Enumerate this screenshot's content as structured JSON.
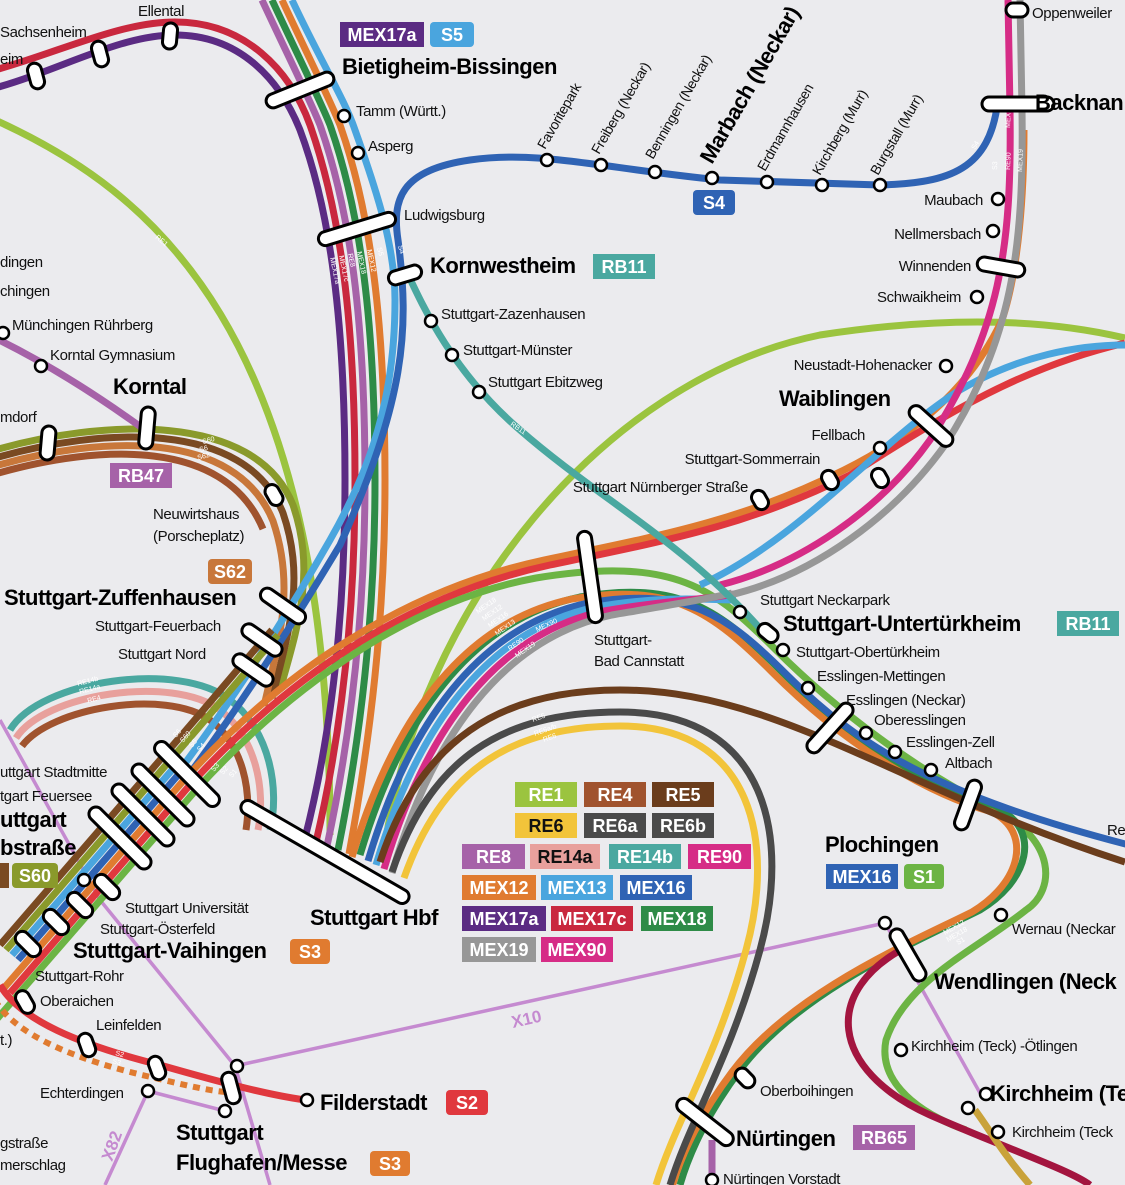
{
  "line_colors": {
    "RE1": "#9bc43f",
    "RE4": "#a0532e",
    "RE5": "#6b3d1c",
    "RE6": "#f2c43a",
    "RE6a": "#4a4a4a",
    "RE6b": "#4a4a4a",
    "RE8": "#a662a8",
    "RE14a": "#e8a09c",
    "RE14b": "#4aa8a0",
    "RE90": "#d62c86",
    "MEX12": "#e07b30",
    "MEX13": "#4aa5de",
    "MEX16": "#2f63b4",
    "MEX17a": "#5b2b83",
    "MEX17c": "#c9283e",
    "MEX18": "#2e8b47",
    "MEX19": "#979797",
    "MEX90": "#d62c86",
    "S1": "#6cb444",
    "S2": "#e0383e",
    "S3": "#e07b30",
    "S4": "#2f63b4",
    "S5": "#4aa5de",
    "S6": "#7a4a22",
    "S60": "#8a9a2b",
    "S62": "#c8773a",
    "RB11": "#4aa8a0",
    "RB47": "#a662a8",
    "RB65": "#a662a8",
    "RB_kirchheim": "#a3153f",
    "Bus": "#c58ad0",
    "Teck": "#c9a23a"
  },
  "stations": {
    "ellental": "Ellental",
    "sachsenheim": "Sachsenheim",
    "eim": "eim",
    "tamm": "Tamm (Württ.)",
    "asperg": "Asperg",
    "ludwigsburg": "Ludwigsburg",
    "dingen": "dingen",
    "chingen": "chingen",
    "muenchingen_ruehrberg": "Münchingen Rührberg",
    "korntal_gymnasium": "Korntal Gymnasium",
    "mdorf": "mdorf",
    "zazenhausen": "Stuttgart-Zazenhausen",
    "muenster": "Stuttgart-Münster",
    "ebitzweg": "Stuttgart Ebitzweg",
    "favoritepark": "Favoritepark",
    "freiberg": "Freiberg (Neckar)",
    "benningen": "Benningen (Neckar)",
    "erdmannhausen": "Erdmannhausen",
    "kirchberg": "Kirchberg (Murr)",
    "burgstall": "Burgstall (Murr)",
    "oppenweiler": "Oppenweiler",
    "maubach": "Maubach",
    "nellmersbach": "Nellmersbach",
    "winnenden": "Winnenden",
    "schwaikheim": "Schwaikheim",
    "neustadt": "Neustadt-Hohenacker",
    "fellbach": "Fellbach",
    "sommerrain": "Stuttgart-Sommerrain",
    "nuernberger": "Stuttgart Nürnberger Straße",
    "neuwirtshaus_1": "Neuwirtshaus",
    "neuwirtshaus_2": "(Porscheplatz)",
    "feuerbach": "Stuttgart-Feuerbach",
    "nord": "Stuttgart Nord",
    "neckarpark": "Stuttgart Neckarpark",
    "cannstatt_1": "Stuttgart-",
    "cannstatt_2": "Bad Cannstatt",
    "obertuerkheim": "Stuttgart-Obertürkheim",
    "mettingen": "Esslingen-Mettingen",
    "esslingen": "Esslingen (Neckar)",
    "oberesslingen": "Oberesslingen",
    "zell": "Esslingen-Zell",
    "altbach": "Altbach",
    "re_cut": "Re",
    "stadtmitte": "uttgart Stadtmitte",
    "feuersee": "tgart Feuersee",
    "universitaet": "Stuttgart Universität",
    "oesterfeld": "Stuttgart-Österfeld",
    "rohr": "Stuttgart-Rohr",
    "oberaichen": "Oberaichen",
    "leinfelden": "Leinfelden",
    "t_cut": "t.)",
    "echterdingen": "Echterdingen",
    "gstrasse": "gstraße",
    "merschlag": "merschlag",
    "wernau": "Wernau (Neckar",
    "oetlingen": "Kirchheim (Teck) -Ötlingen",
    "kirchheim_2": "Kirchheim (Teck",
    "oberboihingen": "Oberboihingen",
    "nuertingen_vorstadt": "Nürtingen Vorstadt"
  },
  "major_stations": {
    "bietigheim": "Bietigheim-Bissingen",
    "backnang": "Backnan",
    "kornwestheim": "Kornwestheim",
    "korntal": "Korntal",
    "marbach": "Marbach (Neckar)",
    "waiblingen": "Waiblingen",
    "zuffenhausen": "Stuttgart-Zuffenhausen",
    "untertuerkheim": "Stuttgart-Untertürkheim",
    "plochingen": "Plochingen",
    "schwab_1": "uttgart",
    "schwab_2": "bstraße",
    "hbf": "Stuttgart Hbf",
    "vaihingen": "Stuttgart-Vaihingen",
    "wendlingen": "Wendlingen (Neck",
    "kirchheim": "Kirchheim (Te",
    "filderstadt": "Filderstadt",
    "flughafen_1": "Stuttgart",
    "flughafen_2": "Flughafen/Messe",
    "nuertingen": "Nürtingen"
  },
  "bus_lines": {
    "x10": "X10",
    "x82": "X82"
  },
  "route_labels": {
    "l1": "MEX17a",
    "l2": "MEX17c",
    "l3": "RE8",
    "l4": "MEX18",
    "l5": "MEX12",
    "l6": "S5",
    "l7": "S4",
    "b1": "S3",
    "b2": "RE90",
    "b3": "MEX90",
    "b4": "MEX19",
    "b5": "S4",
    "w1": "MEX12",
    "w2": "MEX18",
    "w3": "S1",
    "re1": "RE1",
    "rb11": "RB11",
    "k1": "S60",
    "k2": "S6",
    "k3": "S62",
    "t1": "S6",
    "t2": "S60",
    "t3": "S5",
    "t4": "S4",
    "t5": "S3",
    "t6": "S2",
    "t7": "S1",
    "c1": "MEX18",
    "c2": "MEX12",
    "c3": "MEX16",
    "c4": "MEX13",
    "c5": "MEX90",
    "c6": "RE90",
    "c7": "MEX19",
    "h1": "RE5",
    "h2": "RE6a/b",
    "h3": "RE6",
    "r1": "RE14b",
    "r2": "RE14a",
    "r3": "RE4",
    "f1": "S2",
    "f2": "S3"
  },
  "badges": [
    {
      "label": "MEX17a",
      "line": "MEX17a"
    },
    {
      "label": "S5",
      "line": "S5"
    },
    {
      "label": "S4",
      "line": "S4"
    },
    {
      "label": "RB11",
      "line": "RB11"
    },
    {
      "label": "RB11",
      "line": "RB11"
    },
    {
      "label": "RB47",
      "line": "RB47"
    },
    {
      "label": "S62",
      "line": "S62"
    },
    {
      "label": "S60",
      "line": "S60"
    },
    {
      "label": "S3",
      "line": "S3"
    },
    {
      "label": "S2",
      "line": "S2"
    },
    {
      "label": "S3",
      "line": "S3"
    },
    {
      "label": "MEX16",
      "line": "MEX16"
    },
    {
      "label": "S1",
      "line": "S1"
    },
    {
      "label": "RB65",
      "line": "RB65"
    }
  ],
  "legend": [
    {
      "label": "RE1",
      "line": "RE1"
    },
    {
      "label": "RE4",
      "line": "RE4"
    },
    {
      "label": "RE5",
      "line": "RE5"
    },
    {
      "label": "RE6",
      "line": "RE6",
      "dark_text": true
    },
    {
      "label": "RE6a",
      "line": "RE6a"
    },
    {
      "label": "RE6b",
      "line": "RE6b"
    },
    {
      "label": "RE8",
      "line": "RE8"
    },
    {
      "label": "RE14a",
      "line": "RE14a",
      "dark_text": true
    },
    {
      "label": "RE14b",
      "line": "RE14b"
    },
    {
      "label": "RE90",
      "line": "RE90"
    },
    {
      "label": "MEX12",
      "line": "MEX12"
    },
    {
      "label": "MEX13",
      "line": "MEX13"
    },
    {
      "label": "MEX16",
      "line": "MEX16"
    },
    {
      "label": "MEX17a",
      "line": "MEX17a"
    },
    {
      "label": "MEX17c",
      "line": "MEX17c"
    },
    {
      "label": "MEX18",
      "line": "MEX18"
    },
    {
      "label": "MEX19",
      "line": "MEX19"
    },
    {
      "label": "MEX90",
      "line": "MEX90"
    }
  ]
}
